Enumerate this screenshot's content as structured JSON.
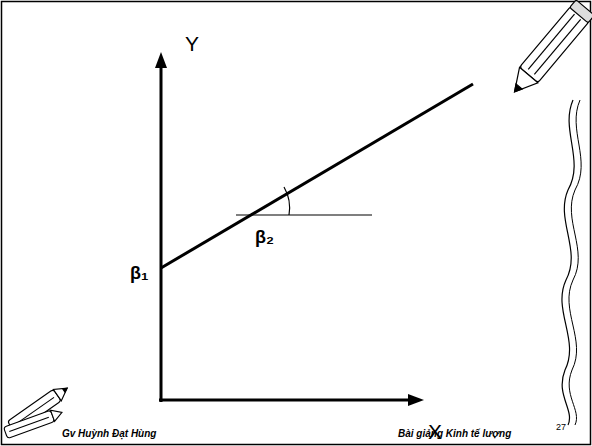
{
  "diagram": {
    "labels": [
      "Y",
      "X",
      "β₁",
      "β₂",
      "Gv Huỳnh Đạt Hùng",
      "Bài giảng Kinh tế lượng",
      "27"
    ]
  }
}
